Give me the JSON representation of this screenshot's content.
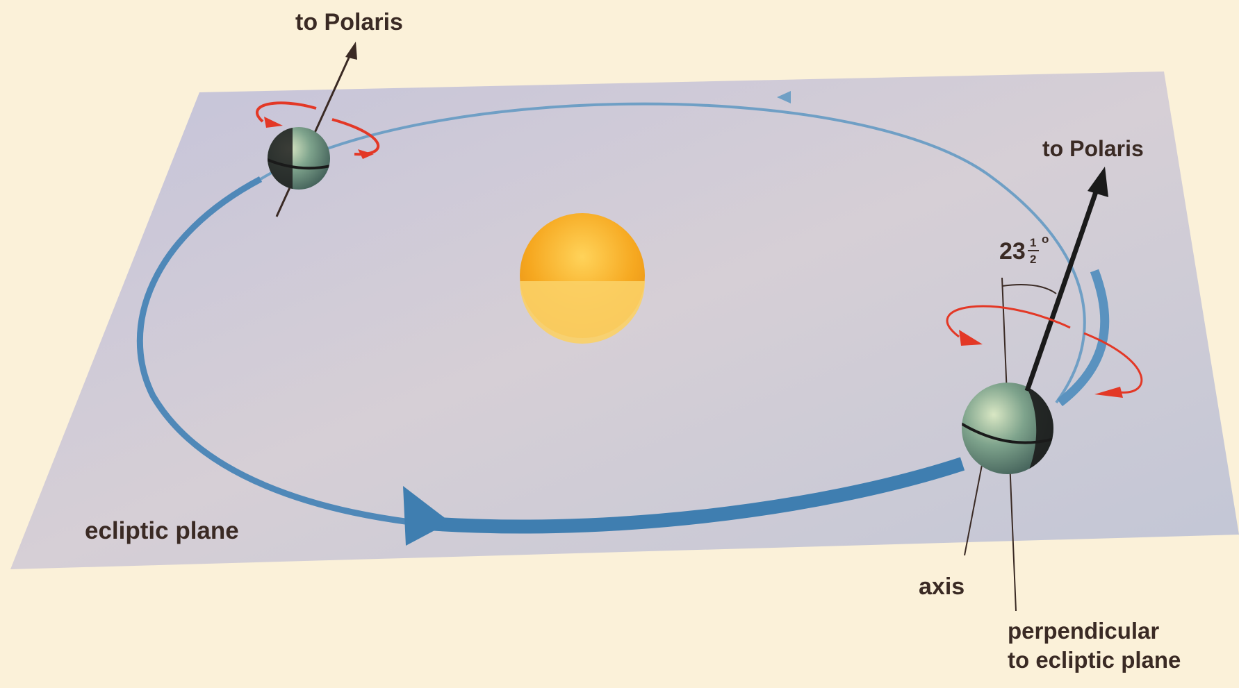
{
  "labels": {
    "polaris_left": "to Polaris",
    "polaris_right": "to Polaris",
    "tilt_whole": "23",
    "tilt_frac_num": "1",
    "tilt_frac_den": "2",
    "tilt_degree": "o",
    "ecliptic": "ecliptic plane",
    "axis": "axis",
    "perpendicular_line1": "perpendicular",
    "perpendicular_line2": "to ecliptic plane"
  },
  "colors": {
    "background": "#fbf1d9",
    "plane": "#c7c4d6",
    "orbit": "#4a86b6",
    "sun_top": "#f6a820",
    "sun_bottom": "#fbd066",
    "rotation_arrow": "#e33826",
    "text": "#3a2a24"
  },
  "icons": [
    "sun-icon",
    "earth-globe-icon",
    "rotation-arrow-icon",
    "orbit-direction-arrow-icon"
  ]
}
